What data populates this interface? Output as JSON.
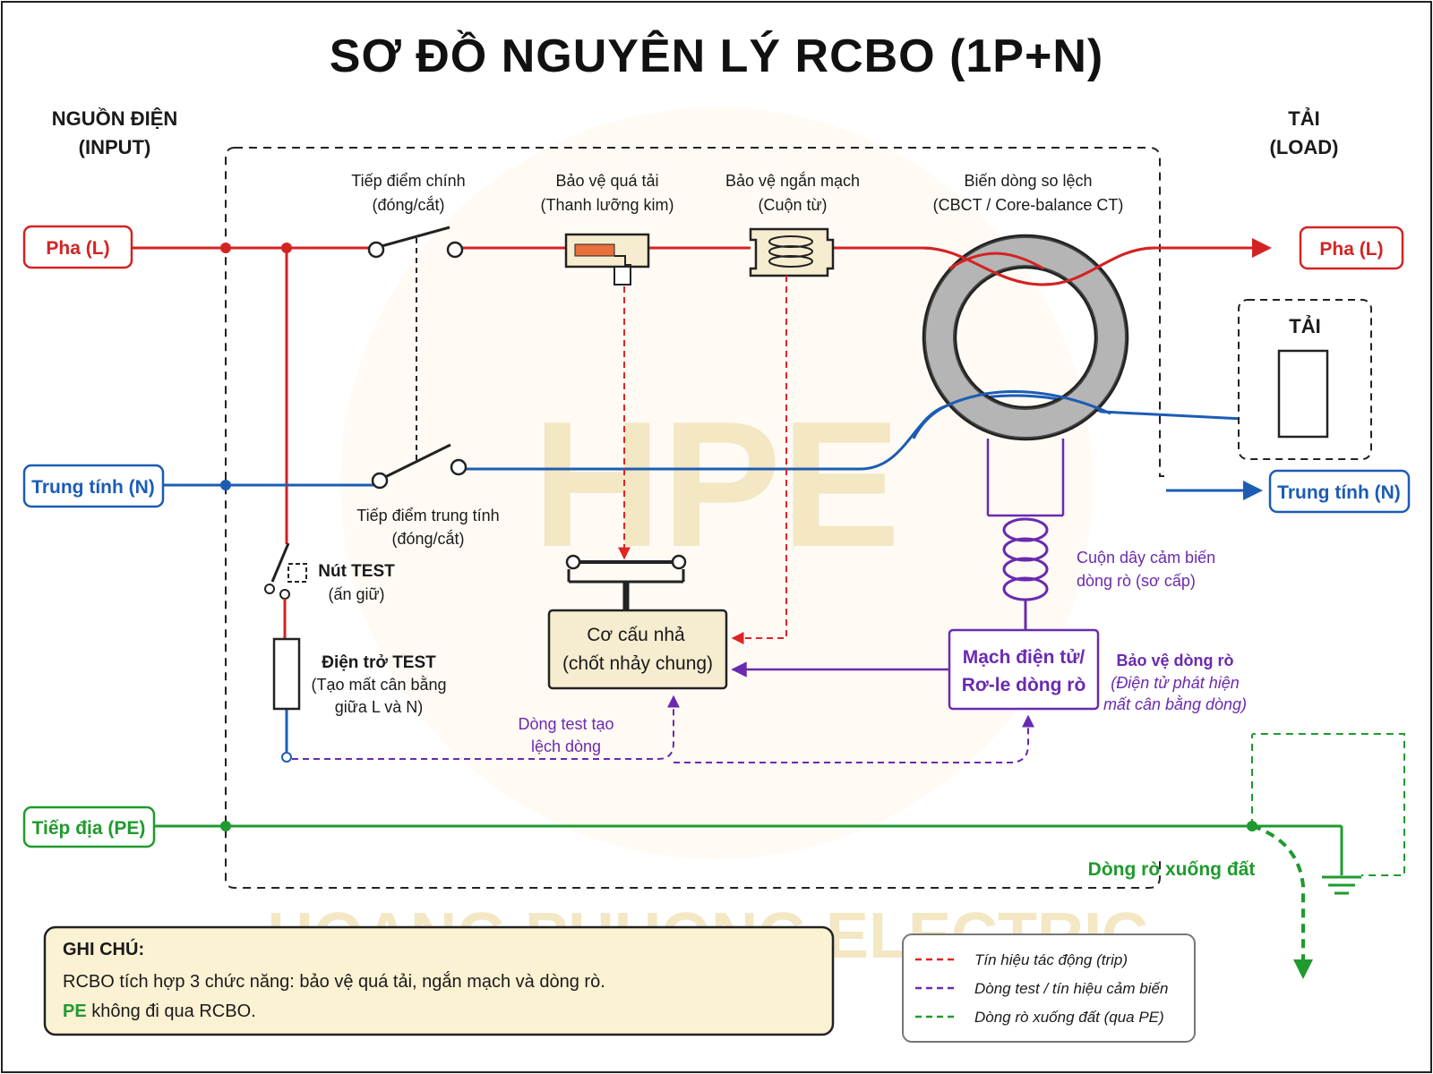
{
  "title": "SƠ ĐỒ NGUYÊN LÝ RCBO (1P+N)",
  "watermark": {
    "logo": "HPE",
    "company": "HOANG PHUONG ELECTRIC"
  },
  "input": {
    "line1": "NGUỒN ĐIỆN",
    "line2": "(INPUT)"
  },
  "load": {
    "line1": "TẢI",
    "line2": "(LOAD)",
    "box_label": "TẢI"
  },
  "terminals": {
    "phase_in": "Pha (L)",
    "neutral_in": "Trung tính (N)",
    "earth_in": "Tiếp địa (PE)",
    "phase_out": "Pha (L)",
    "neutral_out": "Trung tính (N)"
  },
  "components": {
    "main_contact": {
      "line1": "Tiếp điểm chính",
      "line2": "(đóng/cắt)"
    },
    "overload": {
      "line1": "Bảo vệ quá tải",
      "line2": "(Thanh lưỡng kim)"
    },
    "short_circuit": {
      "line1": "Bảo vệ ngắn mạch",
      "line2": "(Cuộn từ)"
    },
    "cbct": {
      "line1": "Biến dòng so lệch",
      "line2": "(CBCT / Core-balance CT)"
    },
    "neutral_contact": {
      "line1": "Tiếp điểm trung tính",
      "line2": "(đóng/cắt)"
    },
    "test_button": {
      "line1": "Nút TEST",
      "line2": "(ấn giữ)"
    },
    "test_resistor": {
      "line1": "Điện trở TEST",
      "line2": "(Tạo mất cân bằng",
      "line3": "giữa L và N)"
    },
    "trip_mechanism": {
      "line1": "Cơ cấu nhả",
      "line2": "(chốt nhảy chung)"
    },
    "sensor_coil": {
      "line1": "Cuộn dây cảm biến",
      "line2": "dòng rò (sơ cấp)"
    },
    "relay": {
      "line1": "Mạch điện tử/",
      "line2": "Rơ-le dòng rò"
    },
    "leakage_protection": {
      "line1": "Bảo vệ dòng rò",
      "line2": "(Điện tử phát hiện",
      "line3": "mất cân bằng dòng)"
    },
    "test_current": {
      "line1": "Dòng test tạo",
      "line2": "lệch dòng"
    },
    "earth_leak": "Dòng rò xuống đất"
  },
  "notes": {
    "heading": "GHI CHÚ:",
    "line1": "RCBO tích hợp 3 chức năng: bảo vệ quá tải, ngắn mạch và dòng rò.",
    "line2_highlight": "PE",
    "line2_rest": " không đi qua RCBO."
  },
  "legend": [
    {
      "label": "Tín hiệu tác động (trip)",
      "color": "#e02424"
    },
    {
      "label": "Dòng test / tín hiệu cảm biến",
      "color": "#6a2ab0"
    },
    {
      "label": "Dòng rò xuống đất (qua PE)",
      "color": "#1f9a2e"
    }
  ],
  "colors": {
    "phase": "#d32323",
    "neutral": "#1c5cb4",
    "earth": "#1f9a2e",
    "signal": "#6a2ab0",
    "trip": "#e02424"
  }
}
